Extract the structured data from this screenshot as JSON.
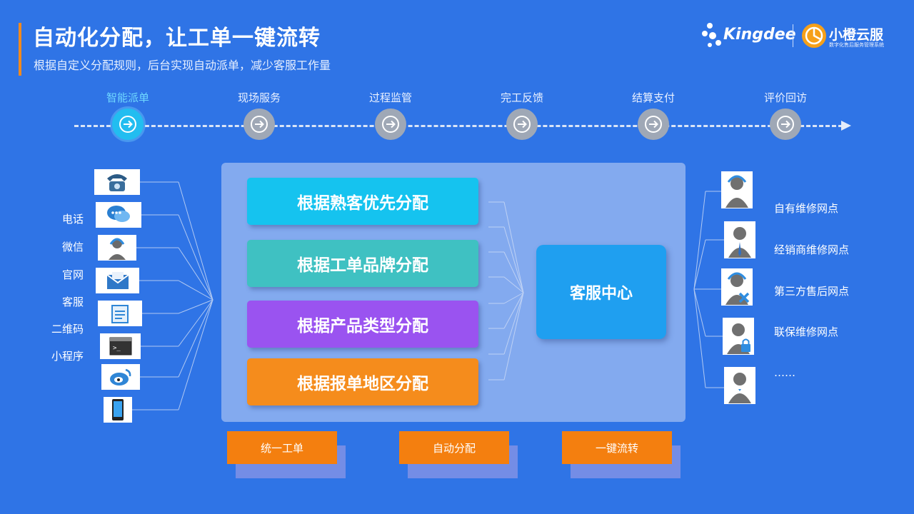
{
  "header": {
    "title": "自动化分配，让工单一键流转",
    "subtitle": "根据自定义分配规则，后台实现自动派单，减少客服工作量"
  },
  "logos": {
    "kingdee": "Kingdee",
    "xiaocheng": "小橙云服",
    "xiaocheng_sub": "数字化售后服务管理系统"
  },
  "timeline": {
    "steps": [
      {
        "label": "智能派单",
        "active": true
      },
      {
        "label": "现场服务",
        "active": false
      },
      {
        "label": "过程监管",
        "active": false
      },
      {
        "label": "完工反馈",
        "active": false
      },
      {
        "label": "结算支付",
        "active": false
      },
      {
        "label": "评价回访",
        "active": false
      }
    ]
  },
  "channels": {
    "labels": [
      "电话",
      "微信",
      "官网",
      "客服",
      "二维码",
      "小程序"
    ],
    "icons": [
      "telephone-icon",
      "chat-bubble-icon",
      "agent-icon",
      "envelope-icon",
      "notepad-icon",
      "terminal-icon",
      "weibo-icon",
      "mobile-phone-icon"
    ]
  },
  "rules": [
    {
      "label": "根据熟客优先分配",
      "color": "#15c3ef"
    },
    {
      "label": "根据工单品牌分配",
      "color": "#3fc1c2"
    },
    {
      "label": "根据产品类型分配",
      "color": "#9a53f0"
    },
    {
      "label": "根据报单地区分配",
      "color": "#f58c1c"
    }
  ],
  "center": {
    "label": "客服中心"
  },
  "tags": [
    "统一工单",
    "自动分配",
    "一键流转"
  ],
  "outlets": [
    {
      "label": "自有维修网点",
      "icon": "headset-agent-icon"
    },
    {
      "label": "经销商维修网点",
      "icon": "businessman-icon"
    },
    {
      "label": "第三方售后网点",
      "icon": "technician-icon"
    },
    {
      "label": "联保维修网点",
      "icon": "locked-user-icon"
    },
    {
      "label": "……",
      "icon": "user-icon"
    }
  ],
  "colors": {
    "background": "#2f74e6",
    "accent": "#f47f0f",
    "active_step": "#22bdf0"
  }
}
